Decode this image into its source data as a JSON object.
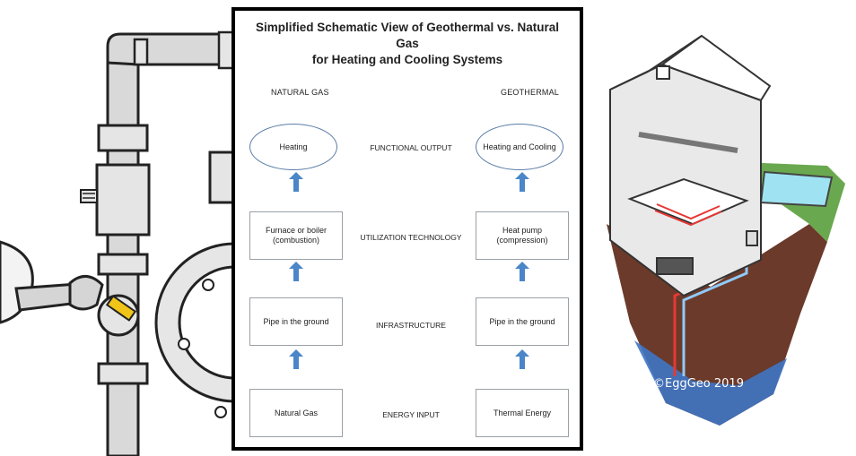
{
  "diagram": {
    "title_line1": "Simplified Schematic View of Geothermal vs. Natural Gas",
    "title_line2": "for Heating and Cooling Systems",
    "columns": {
      "left_header": "NATURAL GAS",
      "right_header": "GEOTHERMAL"
    },
    "stages": [
      "FUNCTIONAL OUTPUT",
      "UTILIZATION TECHNOLOGY",
      "INFRASTRUCTURE",
      "ENERGY INPUT"
    ],
    "natural_gas": {
      "output": "Heating",
      "technology_line1": "Furnace or boiler",
      "technology_line2": "(combustion)",
      "infrastructure": "Pipe in the ground",
      "input": "Natural Gas"
    },
    "geothermal": {
      "output": "Heating and Cooling",
      "technology_line1": "Heat pump",
      "technology_line2": "(compression)",
      "infrastructure": "Pipe in the ground",
      "input": "Thermal Energy"
    }
  },
  "illustrations": {
    "left": "gas-pipe-wrench-illustration",
    "right": "geothermal-house-illustration",
    "copyright": "©EggGeo 2019"
  },
  "colors": {
    "arrow": "#4a86c8",
    "ellipse_border": "#5b7da7",
    "pipe_gray": "#d9d9d9",
    "soil_brown": "#6b3a2a",
    "water_blue": "#3f76c4"
  }
}
